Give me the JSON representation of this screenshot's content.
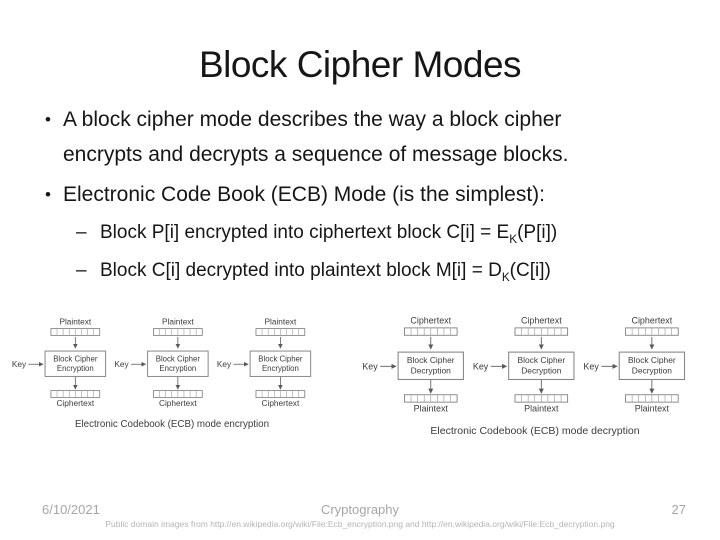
{
  "slide": {
    "title": "Block Cipher Modes",
    "bullets": [
      {
        "marker": "•",
        "text": "A block cipher mode describes the way a block cipher\nencrypts and decrypts a sequence of message blocks."
      },
      {
        "marker": "•",
        "text": "Electronic Code Book (ECB) Mode (is the simplest):"
      }
    ],
    "sub_bullets": [
      {
        "marker": "–",
        "pre": "Block P[i] encrypted into ciphertext block C[i] = E",
        "sub": "K",
        "post": "(P[i])"
      },
      {
        "marker": "–",
        "pre": "Block C[i] decrypted into plaintext block M[i] = D",
        "sub": "K",
        "post": "(C[i])"
      }
    ]
  },
  "diagrams": [
    {
      "id": "ecb-encryption",
      "top_label": "Plaintext",
      "box_line1": "Block Cipher",
      "box_line2": "Encryption",
      "bottom_label": "Ciphertext",
      "key_label": "Key",
      "units": 3,
      "caption": "Electronic Codebook (ECB) mode encryption",
      "line_color": "#5a5a5a",
      "text_color": "#3c3c3c"
    },
    {
      "id": "ecb-decryption",
      "top_label": "Ciphertext",
      "box_line1": "Block Cipher",
      "box_line2": "Decryption",
      "bottom_label": "Plaintext",
      "key_label": "Key",
      "units": 3,
      "caption": "Electronic Codebook (ECB) mode decryption",
      "line_color": "#5a5a5a",
      "text_color": "#3c3c3c"
    }
  ],
  "footer": {
    "date": "6/10/2021",
    "center": "Cryptography",
    "page": "27",
    "credit": "Public domain images from http://en.wikipedia.org/wiki/File:Ecb_encryption.png and http://en.wikipedia.org/wiki/File:Ecb_decryption.png"
  }
}
